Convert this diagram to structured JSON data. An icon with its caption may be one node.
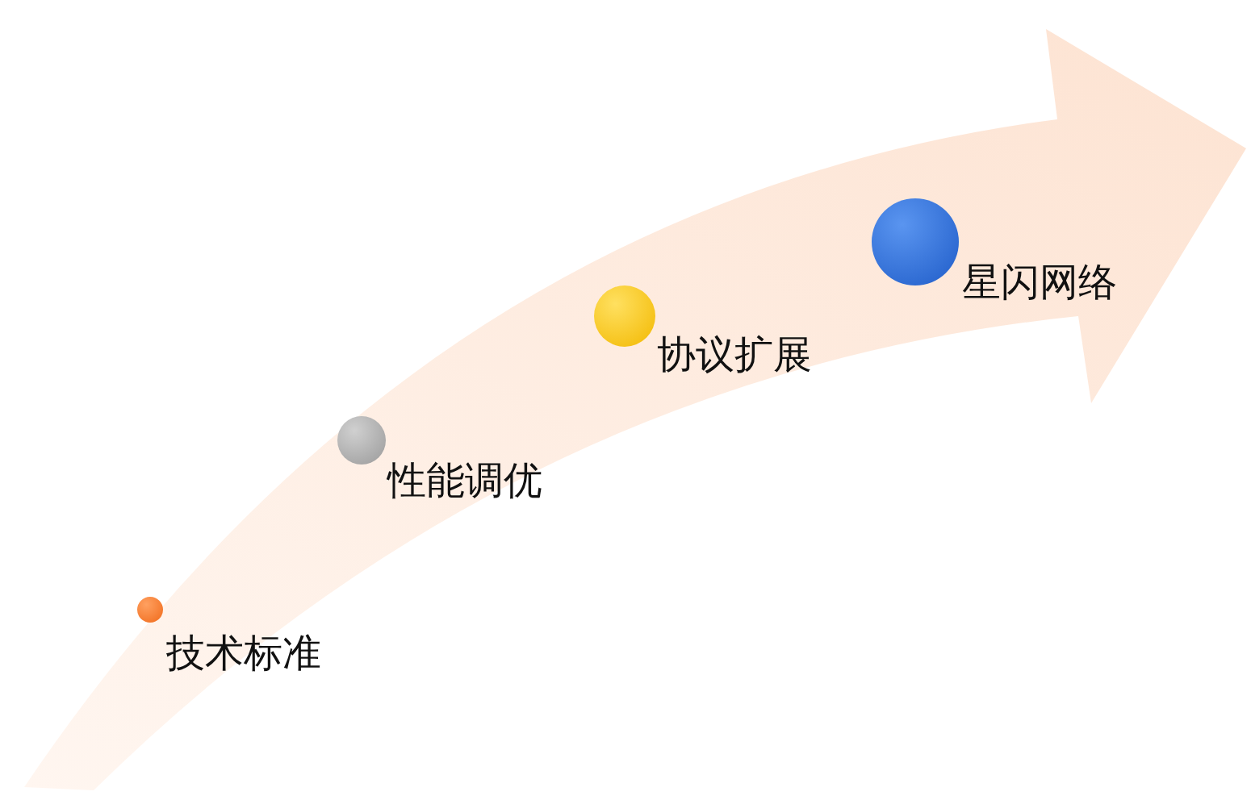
{
  "diagram": {
    "nodes": [
      {
        "text": [],
        "shape": "circle",
        "beside": [
          "技术标准"
        ]
      },
      {
        "text": [],
        "shape": "circle",
        "beside": [
          "性能调优"
        ]
      },
      {
        "text": [],
        "shape": "circle",
        "beside": [
          "协议扩展"
        ]
      },
      {
        "text": [],
        "shape": "circle",
        "beside": [
          "星闪网络"
        ]
      }
    ],
    "edges": []
  }
}
